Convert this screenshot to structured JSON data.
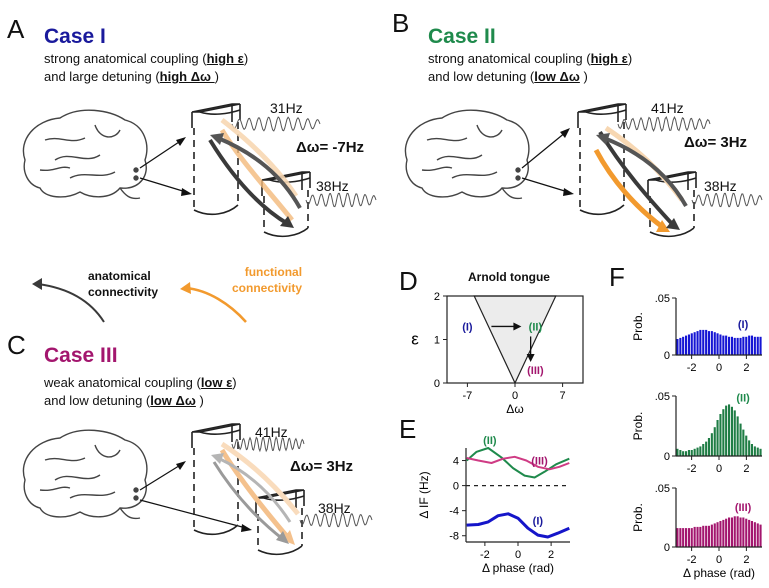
{
  "panels": {
    "A": {
      "letter": "A",
      "title": "Case I",
      "line1_pre": "strong anatomical coupling (",
      "line1_em": "high ε",
      "line1_post": ")",
      "line2_pre": "and large detuning (",
      "line2_em": "high Δω ",
      "line2_post": ")",
      "freq_top": "31Hz",
      "freq_bottom": "38Hz",
      "detuning": "Δω= -7Hz"
    },
    "B": {
      "letter": "B",
      "title": "Case II",
      "line1_pre": "strong anatomical coupling (",
      "line1_em": "high ε",
      "line1_post": ")",
      "line2_pre": "and low detuning (",
      "line2_em": "low Δω",
      "line2_post": " )",
      "freq_top": "41Hz",
      "freq_bottom": "38Hz",
      "detuning": "Δω= 3Hz"
    },
    "C": {
      "letter": "C",
      "title": "Case III",
      "line1_pre": "weak anatomical coupling (",
      "line1_em": "low ε",
      "line1_post": ")",
      "line2_pre": "and low detuning (",
      "line2_em": "low Δω",
      "line2_post": " )",
      "freq_top": "41Hz",
      "freq_bottom": "38Hz",
      "detuning": "Δω= 3Hz"
    },
    "D": {
      "letter": "D"
    },
    "E": {
      "letter": "E"
    },
    "F": {
      "letter": "F"
    }
  },
  "legend": {
    "anatomical_line1": "anatomical",
    "anatomical_line2": "connectivity",
    "functional_line1": "functional",
    "functional_line2": "connectivity"
  },
  "colors": {
    "case1": "#1a1a9c",
    "case2": "#1f8a4c",
    "case3": "#a3166e",
    "orange": "#f2a03d",
    "dark_arrow": "#3a3a3a"
  },
  "chart_data": [
    {
      "id": "D",
      "type": "area",
      "title": "Arnold tongue",
      "xlabel": "Δω",
      "ylabel": "ε",
      "xticks": [
        "-7",
        "0",
        "7"
      ],
      "yticks": [
        "0",
        "1",
        "2"
      ],
      "xlim": [
        -10,
        10
      ],
      "ylim": [
        0,
        2
      ],
      "tongue": {
        "apex": [
          0,
          0
        ],
        "top_left": [
          -6,
          2
        ],
        "top_right": [
          6,
          2
        ]
      },
      "points": [
        {
          "label": "(I)",
          "x": -7,
          "y": 1.3
        },
        {
          "label": "(II)",
          "x": 3,
          "y": 1.3
        },
        {
          "label": "(III)",
          "x": 3,
          "y": 0.3
        }
      ]
    },
    {
      "id": "E",
      "type": "line",
      "xlabel": "Δ phase   (rad)",
      "ylabel": "Δ IF (Hz)",
      "xticks": [
        "-2",
        "0",
        "2"
      ],
      "yticks": [
        "4",
        "0",
        "-4",
        "-8"
      ],
      "xlim": [
        -3.14,
        3.14
      ],
      "ylim": [
        -9,
        6
      ],
      "series": [
        {
          "name": "(II)",
          "x": [
            -3.1,
            -2.5,
            -1.8,
            -1.0,
            -0.3,
            0.4,
            1.0,
            1.6,
            2.3,
            3.1
          ],
          "values": [
            4.0,
            5.4,
            6.0,
            4.5,
            2.8,
            1.6,
            1.3,
            2.2,
            3.4,
            4.3
          ]
        },
        {
          "name": "(III)",
          "x": [
            -3.1,
            -2.4,
            -1.6,
            -0.9,
            -0.2,
            0.5,
            1.2,
            1.9,
            2.5,
            3.1
          ],
          "values": [
            4.4,
            4.0,
            3.6,
            4.3,
            4.6,
            4.0,
            3.0,
            2.6,
            3.0,
            3.6
          ]
        },
        {
          "name": "(I)",
          "x": [
            -3.1,
            -2.4,
            -1.8,
            -1.2,
            -0.6,
            0.0,
            0.6,
            1.2,
            1.8,
            2.4,
            3.1
          ],
          "values": [
            -6.3,
            -6.2,
            -5.8,
            -4.8,
            -4.5,
            -5.2,
            -6.8,
            -7.9,
            -8.2,
            -7.6,
            -6.8
          ]
        }
      ]
    },
    {
      "id": "F1",
      "type": "bar",
      "series_label": "(I)",
      "ylabel": "Prob.",
      "ytick_top": ".05",
      "ytick_bottom": "0",
      "xticks": [
        "-2",
        "0",
        "2"
      ],
      "ylim": [
        0,
        0.05
      ],
      "values": [
        0.014,
        0.015,
        0.016,
        0.017,
        0.018,
        0.019,
        0.02,
        0.021,
        0.022,
        0.022,
        0.022,
        0.021,
        0.021,
        0.02,
        0.019,
        0.018,
        0.017,
        0.017,
        0.016,
        0.016,
        0.015,
        0.015,
        0.015,
        0.016,
        0.016,
        0.017,
        0.017,
        0.016,
        0.016,
        0.016
      ]
    },
    {
      "id": "F2",
      "type": "bar",
      "series_label": "(II)",
      "ylabel": "Prob.",
      "ytick_top": ".05",
      "ytick_bottom": "0",
      "xticks": [
        "-2",
        "0",
        "2"
      ],
      "ylim": [
        0,
        0.05
      ],
      "values": [
        0.006,
        0.005,
        0.004,
        0.004,
        0.005,
        0.005,
        0.006,
        0.007,
        0.008,
        0.01,
        0.012,
        0.015,
        0.019,
        0.024,
        0.03,
        0.035,
        0.039,
        0.042,
        0.043,
        0.041,
        0.038,
        0.033,
        0.027,
        0.022,
        0.017,
        0.013,
        0.01,
        0.008,
        0.007,
        0.006
      ]
    },
    {
      "id": "F3",
      "type": "bar",
      "series_label": "(III)",
      "ylabel": "Prob.",
      "ytick_top": ".05",
      "ytick_bottom": "0",
      "xticks": [
        "-2",
        "0",
        "2"
      ],
      "xlabel": "Δ phase   (rad)",
      "ylim": [
        0,
        0.05
      ],
      "values": [
        0.016,
        0.016,
        0.016,
        0.016,
        0.016,
        0.016,
        0.017,
        0.017,
        0.017,
        0.018,
        0.018,
        0.018,
        0.019,
        0.02,
        0.021,
        0.022,
        0.023,
        0.024,
        0.025,
        0.025,
        0.026,
        0.026,
        0.025,
        0.025,
        0.024,
        0.023,
        0.022,
        0.021,
        0.02,
        0.019
      ]
    }
  ]
}
